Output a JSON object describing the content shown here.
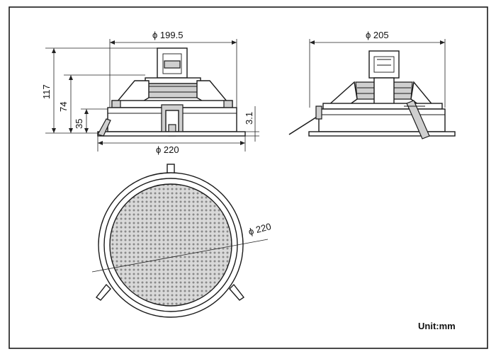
{
  "dimensions": {
    "front_top_diameter": "ϕ 199.5",
    "front_bottom_diameter": "ϕ 220",
    "side_top_diameter": "ϕ 205",
    "plan_diameter": "ϕ 220",
    "height_total": "117",
    "height_mid": "74",
    "height_low": "35",
    "flange_thickness": "3.1"
  },
  "unit_label": "Unit:mm"
}
